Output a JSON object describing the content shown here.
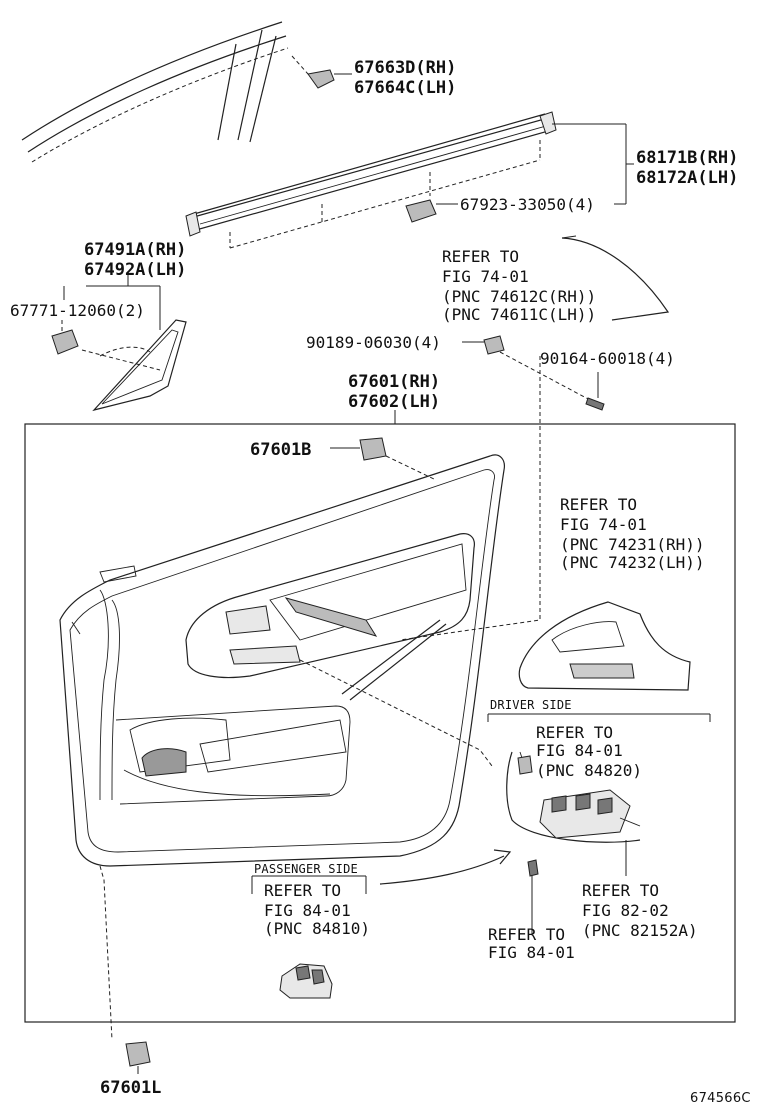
{
  "labels": {
    "p67663d": "67663D(RH)",
    "p67664c": "67664C(LH)",
    "p68171b": "68171B(RH)",
    "p68172a": "68172A(LH)",
    "p67923": "67923-33050(4)",
    "p67491a": "67491A(RH)",
    "p67492a": "67492A(LH)",
    "p67771": "67771-12060(2)",
    "p90189": "90189-06030(4)",
    "p90164": "90164-60018(4)",
    "p67601": "67601(RH)",
    "p67602": "67602(LH)",
    "p67601b": "67601B",
    "p67601l": "67601L"
  },
  "references": {
    "trim_panel": [
      "REFER TO",
      "FIG 74-01",
      "(PNC 74612C(RH))",
      "(PNC 74611C(LH))"
    ],
    "armrest_base": [
      "REFER TO",
      "FIG 74-01",
      " (PNC 74231(RH))",
      " (PNC 74232(LH))"
    ],
    "driver_switch": [
      "REFER TO",
      "FIG 84-01",
      " (PNC 84820)"
    ],
    "passenger_switch": [
      "REFER TO",
      "FIG 84-01",
      " (PNC 84810)"
    ],
    "wire_harness": [
      "REFER TO",
      "FIG 82-02",
      "(PNC 82152A)"
    ],
    "screw": [
      "REFER TO",
      "FIG 84-01"
    ]
  },
  "sections": {
    "driver_side": "DRIVER SIDE",
    "passenger_side": "PASSENGER SIDE"
  },
  "figure_code": "674566C"
}
